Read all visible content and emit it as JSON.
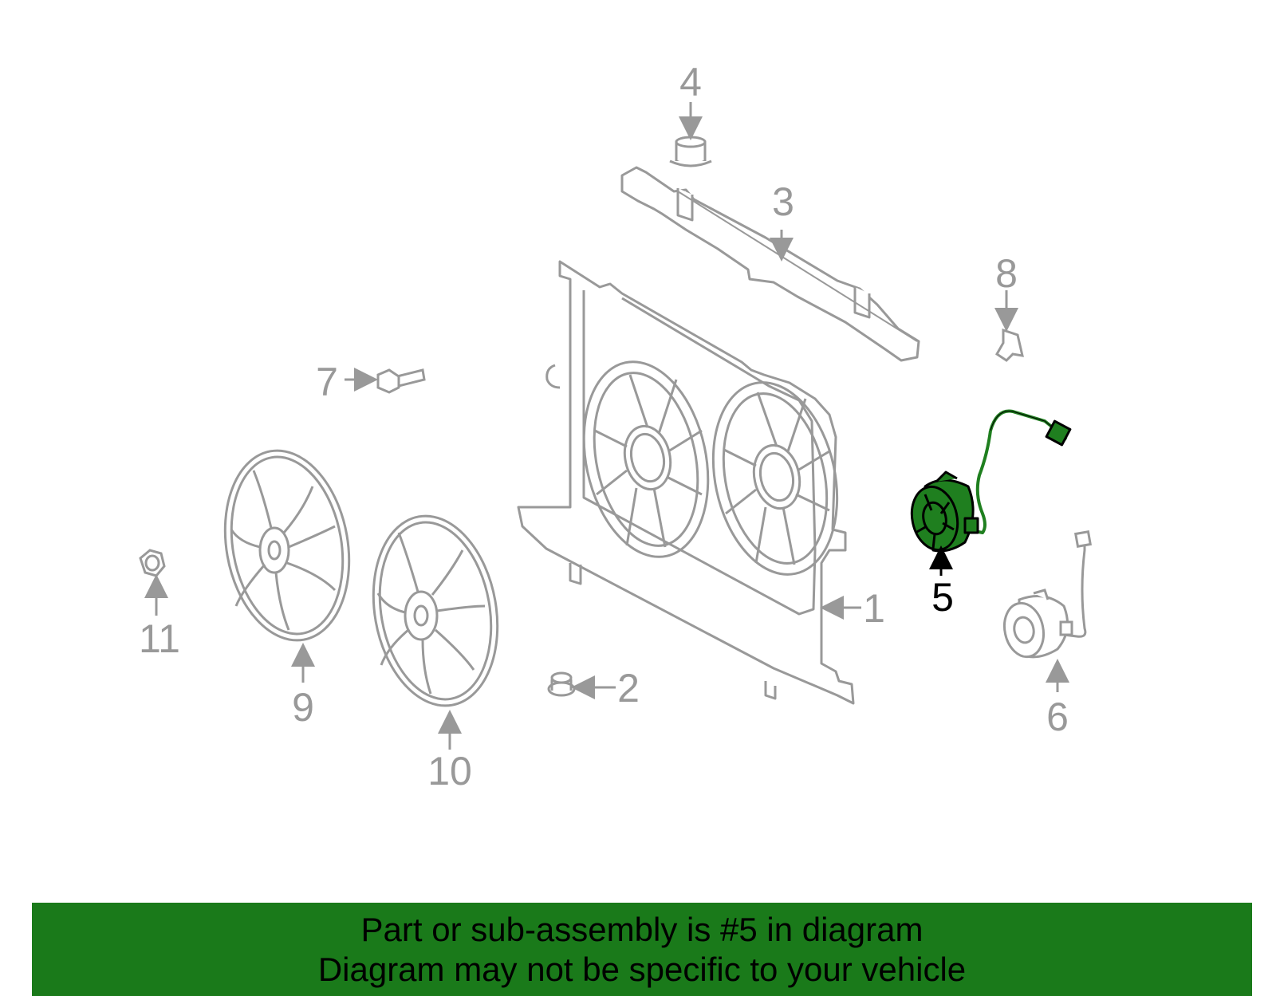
{
  "diagram": {
    "callouts": {
      "c1": "1",
      "c2": "2",
      "c3": "3",
      "c4": "4",
      "c5": "5",
      "c6": "6",
      "c7": "7",
      "c8": "8",
      "c9": "9",
      "c10": "10",
      "c11": "11"
    },
    "highlighted_part": "5"
  },
  "banner": {
    "line1": "Part or sub-assembly is #5 in diagram",
    "line2": "Diagram may not be specific to your vehicle"
  },
  "colors": {
    "part_line": "#999999",
    "highlight_fill": "#1f7f1f",
    "highlight_label": "#000000",
    "banner_bg": "#1a7a1a"
  }
}
